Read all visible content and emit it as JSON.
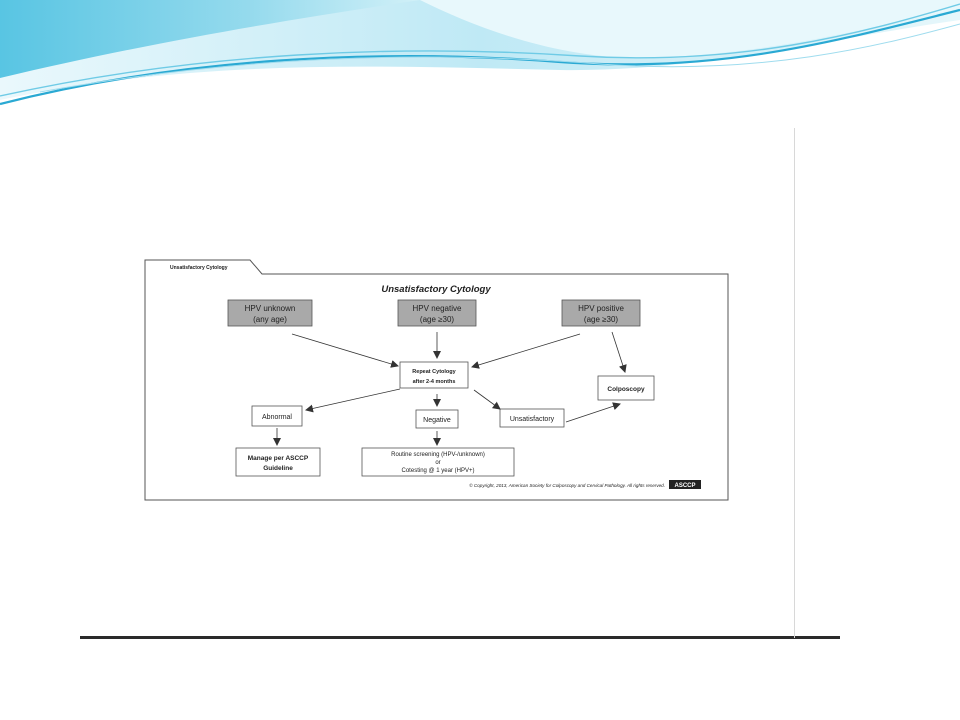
{
  "panel": {
    "tab_label": "Unsatisfactory Cytology",
    "title": "Unsatisfactory Cytology"
  },
  "nodes": {
    "hpv_unknown": {
      "line1": "HPV  unknown",
      "line2": "(any age)"
    },
    "hpv_negative": {
      "line1": "HPV negative",
      "line2": "(age ≥30)"
    },
    "hpv_positive": {
      "line1": "HPV positive",
      "line2": "(age ≥30)"
    },
    "repeat_cytology": {
      "line1": "Repeat Cytology",
      "line2": "after 2-4 months"
    },
    "colposcopy": {
      "label": "Colposcopy"
    },
    "abnormal": {
      "label": "Abnormal"
    },
    "negative": {
      "label": "Negative"
    },
    "unsatisfactory": {
      "label": "Unsatisfactory"
    },
    "manage": {
      "line1": "Manage per ASCCP",
      "line2": "Guideline"
    },
    "routine": {
      "line1": "Routine screening (HPV-/unknown)",
      "line2": "or",
      "line3": "Cotesting @ 1 year (HPV+)"
    }
  },
  "footer": {
    "copyright": "© Copyright, 2013, American Society for Colposcopy and Cervical Pathology. All rights reserved.",
    "logo_text": "ASCCP"
  },
  "colors": {
    "header_box_fill": "#a9a9a9",
    "box_border": "#555555",
    "swoosh_light": "#cdeef7",
    "swoosh_mid": "#7fd3ea",
    "swoosh_dark": "#2ab0d8"
  }
}
